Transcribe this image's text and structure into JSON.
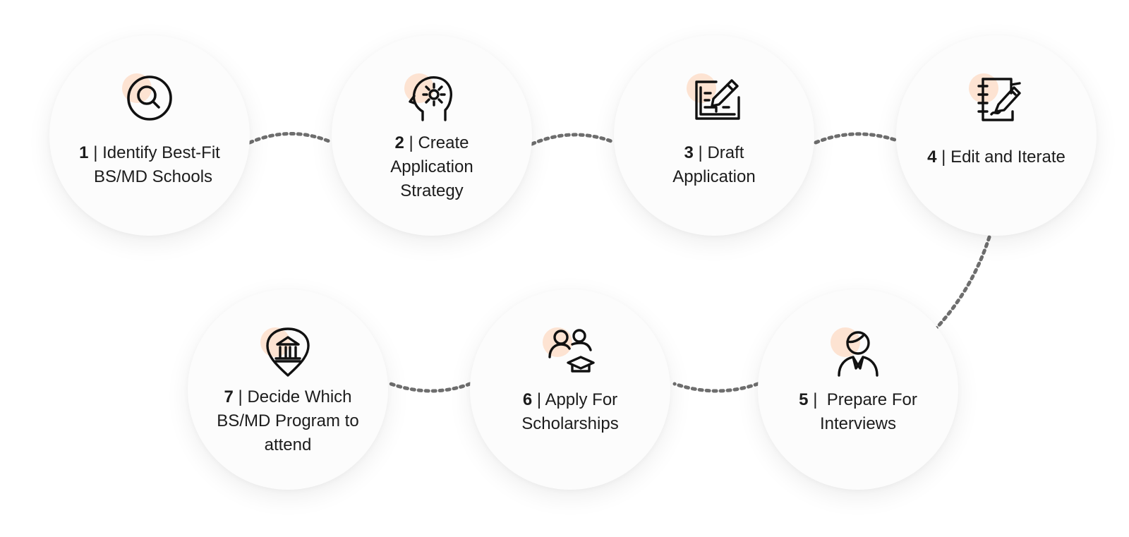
{
  "colors": {
    "accent_blob": "#fde3d2",
    "connector": "#6e6e6e",
    "icon_stroke": "#111111",
    "text": "#1c1c1c"
  },
  "steps": [
    {
      "number": "1",
      "separator": "|",
      "lines": [
        "Identify Best-Fit",
        "BS/MD Schools"
      ],
      "icon": "magnifier-icon"
    },
    {
      "number": "2",
      "separator": "|",
      "lines": [
        "Create",
        "Application",
        "Strategy"
      ],
      "icon": "head-gear-icon"
    },
    {
      "number": "3",
      "separator": "|",
      "lines": [
        "Draft",
        "Application"
      ],
      "icon": "draft-edit-icon"
    },
    {
      "number": "4",
      "separator": "|",
      "lines": [
        "Edit and Iterate"
      ],
      "icon": "notebook-pen-icon"
    },
    {
      "number": "5",
      "separator": "|",
      "lines": [
        "Prepare For",
        "Interviews"
      ],
      "icon": "interviewee-icon"
    },
    {
      "number": "6",
      "separator": "|",
      "lines": [
        "Apply For",
        "Scholarships"
      ],
      "icon": "students-graduation-icon"
    },
    {
      "number": "7",
      "separator": "|",
      "lines": [
        "Decide Which",
        "BS/MD Program to",
        "attend"
      ],
      "icon": "institution-pin-icon"
    }
  ]
}
